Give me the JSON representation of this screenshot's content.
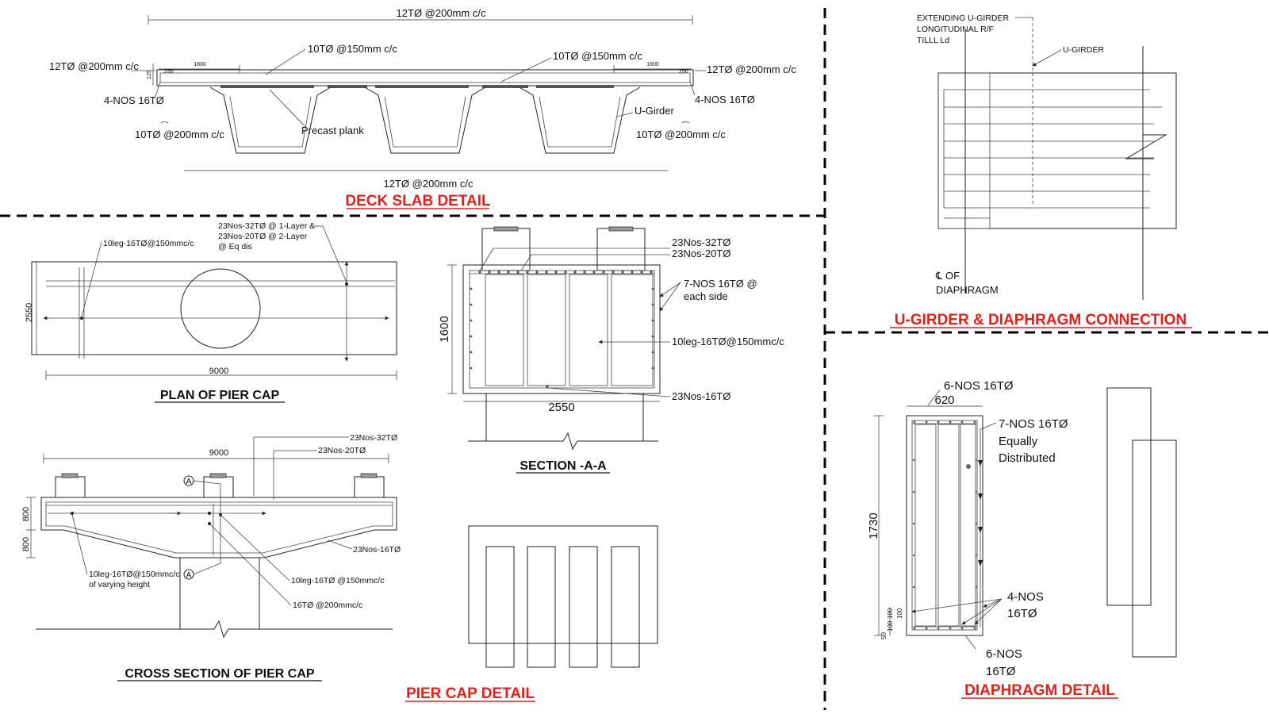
{
  "deck": {
    "title": "DECK SLAB  DETAIL",
    "top_bar": "12TØ @200mm c/c",
    "bot_bar": "12TØ @200mm c/c",
    "left_top": "12TØ @200mm c/c",
    "right_top": "12TØ @200mm c/c",
    "mid_left": "10TØ @150mm c/c",
    "mid_right": "10TØ @150mm c/c",
    "left_nos": "4-NOS 16TØ",
    "right_nos": "4-NOS 16TØ",
    "left_bot": "10TØ @200mm c/c",
    "right_bot": "10TØ @200mm c/c",
    "precast": "Precast plank",
    "ugirder": "U-Girder",
    "dim_125": "125",
    "dim_1800a": "1800",
    "dim_1800b": "1800",
    "dim_250a": "250",
    "dim_250b": "250"
  },
  "ugd": {
    "title": "U-GIRDER & DIAPHRAGM CONNECTION",
    "ext_1": "EXTENDING U-GIRDER",
    "ext_2": "LONGITUDINAL R/F",
    "ext_3": "TILLL Ld",
    "ugirder": "U-GIRDER",
    "cl_1": "℄ OF",
    "cl_2": "DIAPHRAGM"
  },
  "plan": {
    "title": "PLAN OF PIER CAP",
    "note_1": "23Nos-32TØ @ 1-Layer &",
    "note_2": "23Nos-20TØ @ 2-Layer",
    "note_3": "@ Eq dis",
    "stirrup": "10leg-16TØ@150mmc/c",
    "dim_w": "2550",
    "dim_l": "9000"
  },
  "sec": {
    "title": "SECTION -A-A",
    "bar_top1": "23Nos-32TØ",
    "bar_top2": "23Nos-20TØ",
    "side_1": "7-NOS 16TØ @",
    "side_2": "each side",
    "stirrup": "10leg-16TØ@150mmc/c",
    "bar_bot": "23Nos-16TØ",
    "dim_h": "1600",
    "dim_w": "2550"
  },
  "xsec": {
    "title": "CROSS SECTION OF PIER CAP",
    "bar_1": "23Nos-32TØ",
    "bar_2": "23Nos-20TØ",
    "bar_3": "23Nos-16TØ",
    "stirrup_1": "10leg-16TØ@150mmc/c",
    "stirrup_2": "of varying height",
    "stirrup_3": "10leg-16TØ @150mmc/c",
    "bar_4": "16TØ @200mmc/c",
    "dim_l": "9000",
    "dim_800a": "800",
    "dim_800b": "800",
    "mark_a": "A",
    "mark_b": "A"
  },
  "piercap": {
    "title": "PIER CAP  DETAIL"
  },
  "diaph": {
    "title": "DIAPHRAGM DETAIL",
    "top_bars": "6-NOS 16TØ",
    "dim_w": "620",
    "side_1": "7-NOS 16TØ",
    "side_2": "Equally",
    "side_3": "Distributed",
    "mid_1": "4-NOS",
    "mid_2": "16TØ",
    "bot_1": "6-NOS",
    "bot_2": "16TØ",
    "dim_h": "1730",
    "dim_100a": "100",
    "dim_100b": "100",
    "dim_100c": "100",
    "dim_50": "50"
  }
}
